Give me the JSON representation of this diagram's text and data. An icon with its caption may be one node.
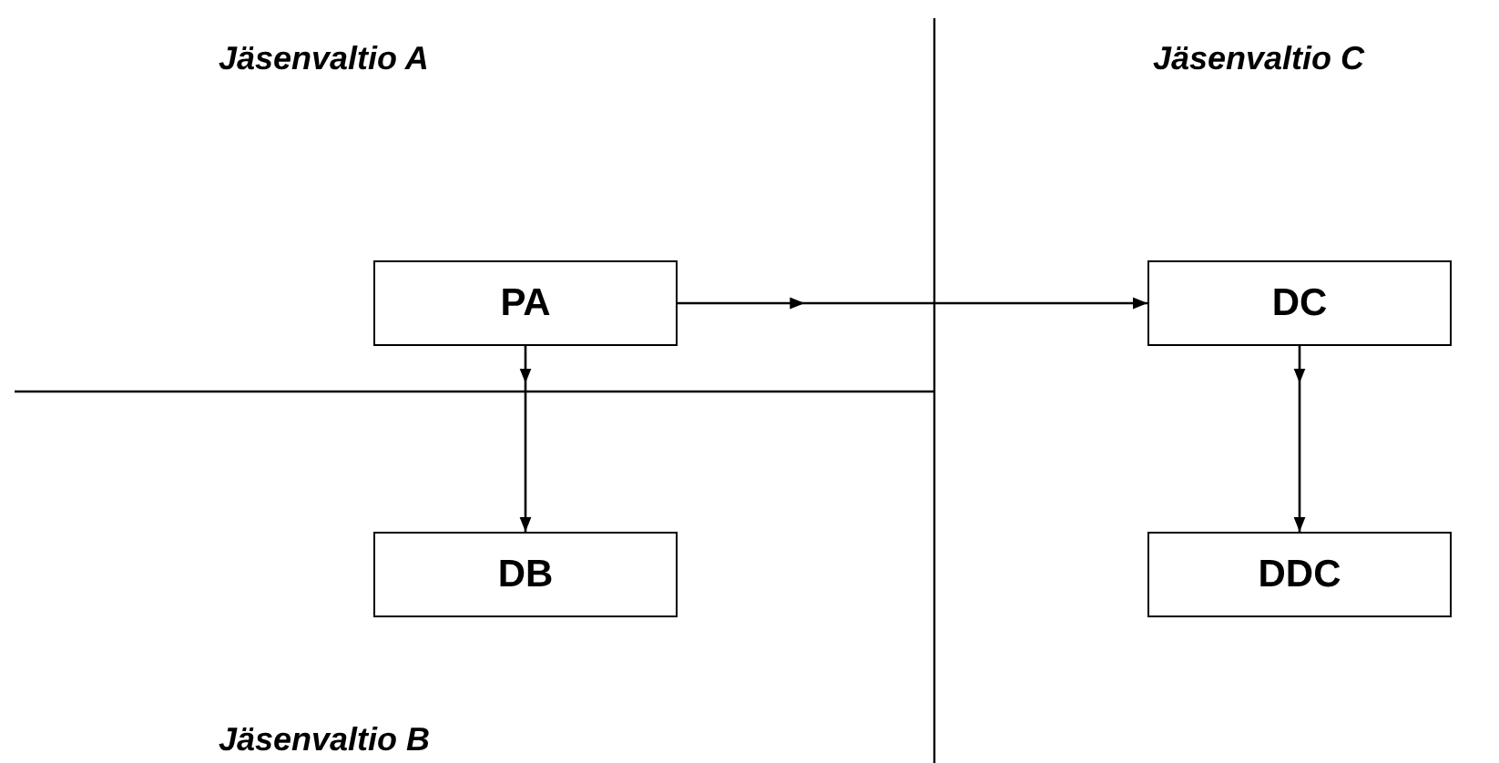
{
  "diagram": {
    "nodes": [
      {
        "text": [
          "PA"
        ]
      },
      {
        "text": [
          "DC"
        ]
      },
      {
        "text": [
          "DB"
        ]
      },
      {
        "text": [
          "DDC"
        ]
      }
    ],
    "edges": [
      {
        "from": 0,
        "to": 1,
        "arrow": "to"
      },
      {
        "from": 0,
        "to": 2,
        "arrow": "to"
      },
      {
        "from": 1,
        "to": 3,
        "arrow": "to"
      }
    ],
    "labels": [
      "Jäsenvaltio A",
      "Jäsenvaltio C",
      "Jäsenvaltio B"
    ]
  }
}
